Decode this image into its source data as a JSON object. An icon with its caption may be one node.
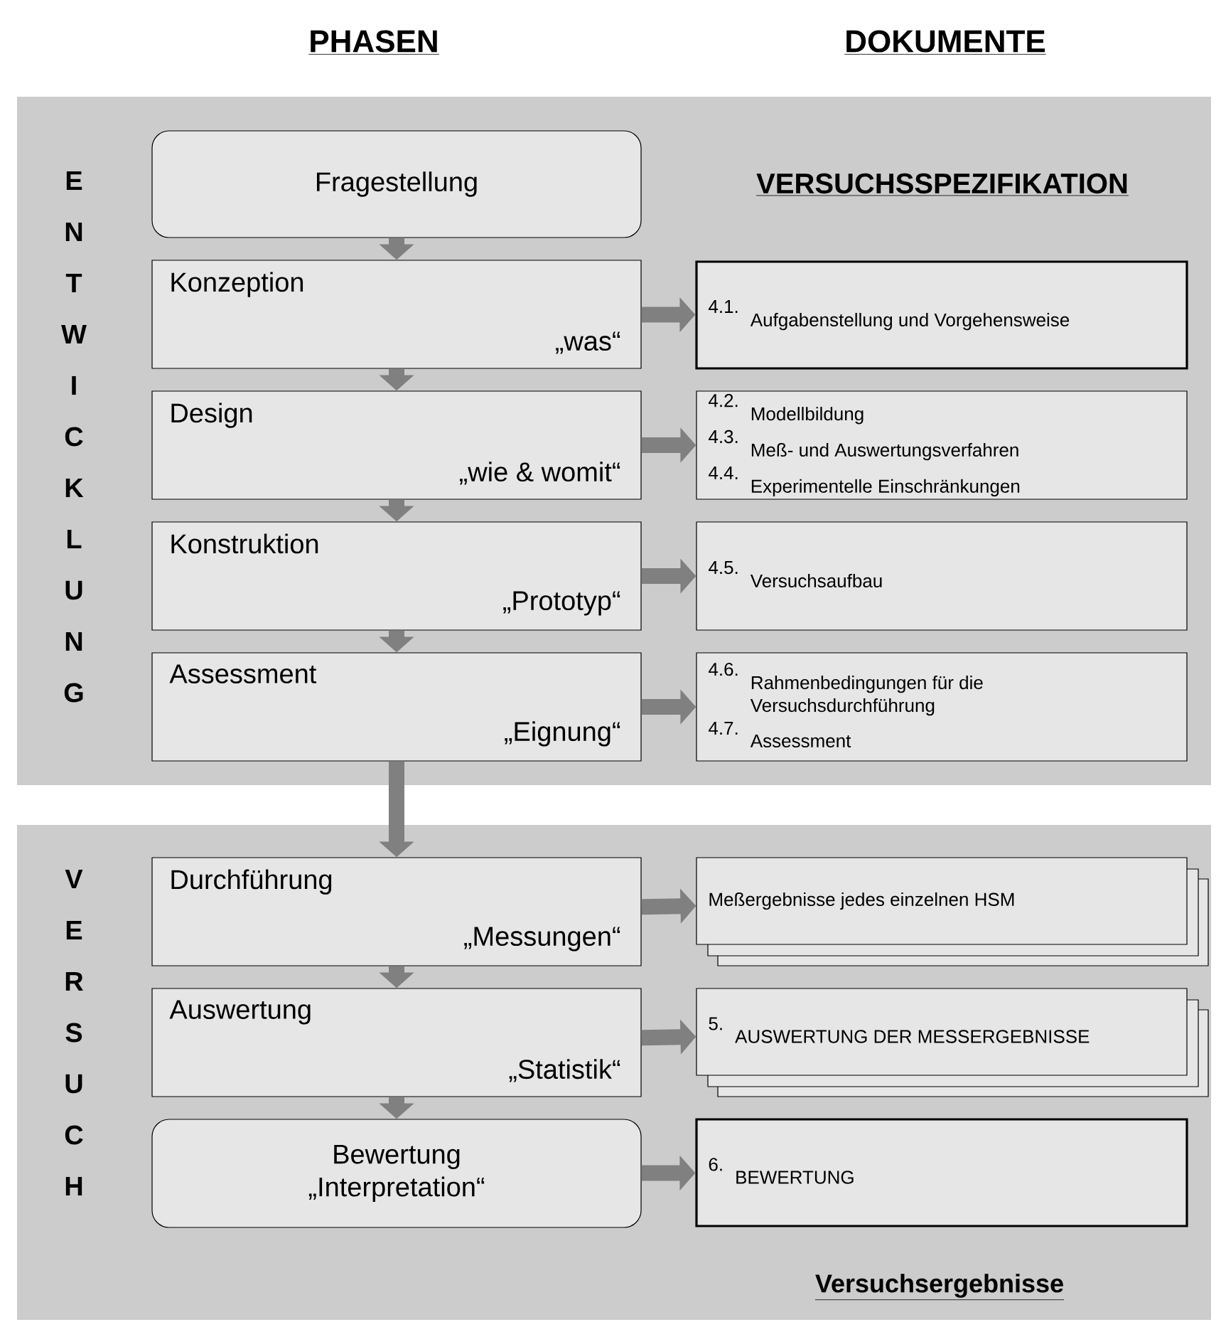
{
  "diagram": {
    "nodes": [
      {
        "text": [
          "VERSUCHSSPEZIFIKATION"
        ]
      },
      {
        "text": [
          "Fragestellung"
        ],
        "in": 0
      },
      {
        "text": [
          "Konzeption",
          "„was“"
        ],
        "in": 0
      },
      {
        "text": [
          "4.1.",
          "Aufgabenstellung und Vorgehensweise"
        ],
        "in": 0
      },
      {
        "text": [
          "Design",
          "„wie & womit“"
        ],
        "in": 0
      },
      {
        "text": [
          "4.2.",
          "Modellbildung",
          "4.3.",
          "Meß- und Auswertungsverfahren",
          "4.4.",
          "Experimentelle Einschränkungen"
        ],
        "in": 0
      },
      {
        "text": [
          "Konstruktion",
          "„Prototyp“"
        ],
        "in": 0
      },
      {
        "text": [
          "4.5.",
          "Versuchsaufbau"
        ],
        "in": 0
      },
      {
        "text": [
          "Assessment",
          "„Eignung“"
        ],
        "in": 0
      },
      {
        "text": [
          "4.6.",
          "Rahmenbedingungen für die Versuchsdurchführung",
          "4.7.",
          "Assessment"
        ],
        "in": 0
      },
      {
        "text": [
          "Versuchsergebnisse"
        ]
      },
      {
        "text": [
          "Durchführung",
          "„Messungen“"
        ],
        "in": 10
      },
      {
        "text": [
          "Meßergebnisse jedes einzelnen HSM"
        ],
        "in": 10
      },
      {
        "text": [
          "Auswertung",
          "„Statistik“"
        ],
        "in": 10
      },
      {
        "text": [
          "5.",
          "AUSWERTUNG DER MESSERGEBNISSE"
        ],
        "in": 10
      },
      {
        "text": [
          "Bewertung",
          "„Interpretation“"
        ],
        "in": 10
      },
      {
        "text": [
          "6.",
          "BEWERTUNG"
        ],
        "in": 10
      }
    ],
    "edges": [
      {
        "from": 1,
        "to": 2,
        "arrow": "to"
      },
      {
        "from": 2,
        "to": 4,
        "arrow": "to"
      },
      {
        "from": 4,
        "to": 6,
        "arrow": "to"
      },
      {
        "from": 6,
        "to": 8,
        "arrow": "to"
      },
      {
        "from": 8,
        "to": 11,
        "arrow": "to"
      },
      {
        "from": 11,
        "to": 13,
        "arrow": "to"
      },
      {
        "from": 13,
        "to": 15,
        "arrow": "to"
      },
      {
        "from": 2,
        "to": 3,
        "arrow": "to"
      },
      {
        "from": 4,
        "to": 5,
        "arrow": "to"
      },
      {
        "from": 6,
        "to": 7,
        "arrow": "to"
      },
      {
        "from": 8,
        "to": 9,
        "arrow": "to"
      },
      {
        "from": 11,
        "to": 12,
        "arrow": "to"
      },
      {
        "from": 13,
        "to": 14,
        "arrow": "to"
      },
      {
        "from": 15,
        "to": 16,
        "arrow": "to"
      }
    ],
    "labels": [
      "PHASEN",
      "DOKUMENTE",
      "E",
      "N",
      "T",
      "W",
      "I",
      "C",
      "K",
      "L",
      "U",
      "N",
      "G",
      "V",
      "E",
      "R",
      "S",
      "U",
      "C",
      "H"
    ]
  }
}
